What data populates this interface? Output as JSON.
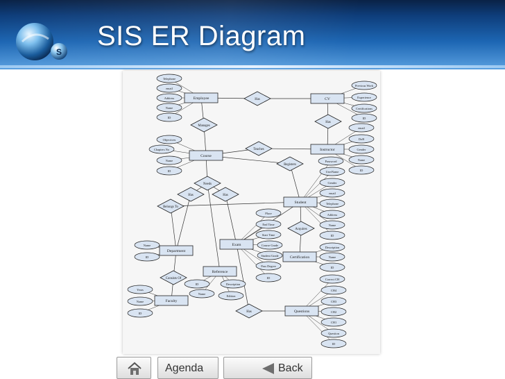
{
  "slide": {
    "title": "SIS ER Diagram"
  },
  "nav": {
    "agenda_label": "Agenda",
    "back_label": "Back"
  },
  "diagram": {
    "entities": [
      {
        "id": "employee",
        "label": "Employee"
      },
      {
        "id": "cv",
        "label": "CV"
      },
      {
        "id": "course",
        "label": "Course"
      },
      {
        "id": "instructor",
        "label": "Instructor"
      },
      {
        "id": "student",
        "label": "Student"
      },
      {
        "id": "department",
        "label": "Department"
      },
      {
        "id": "exam",
        "label": "Exam"
      },
      {
        "id": "certification",
        "label": "Certification"
      },
      {
        "id": "reference",
        "label": "Reference"
      },
      {
        "id": "faculty",
        "label": "Faculty"
      },
      {
        "id": "questions",
        "label": "Questions"
      }
    ],
    "relationships": [
      {
        "id": "has1",
        "label": "Has"
      },
      {
        "id": "manages",
        "label": "Manages"
      },
      {
        "id": "has2",
        "label": "Has"
      },
      {
        "id": "teaches",
        "label": "Teaches"
      },
      {
        "id": "registers",
        "label": "Registers"
      },
      {
        "id": "needs",
        "label": "Needs"
      },
      {
        "id": "has3",
        "label": "Has"
      },
      {
        "id": "has4",
        "label": "Has"
      },
      {
        "id": "belongs",
        "label": "Belongs To"
      },
      {
        "id": "acquires",
        "label": "Acquires"
      },
      {
        "id": "consists",
        "label": "Consists Of"
      },
      {
        "id": "has5",
        "label": "Has"
      }
    ],
    "attributes": [
      {
        "id": "a_emp_tel",
        "label": "Telephone"
      },
      {
        "id": "a_emp_email",
        "label": "email"
      },
      {
        "id": "a_emp_addr",
        "label": "Address"
      },
      {
        "id": "a_emp_name",
        "label": "Name"
      },
      {
        "id": "a_emp_id",
        "label": "ID"
      },
      {
        "id": "a_cv_prev",
        "label": "Previous Work"
      },
      {
        "id": "a_cv_exp",
        "label": "Experience"
      },
      {
        "id": "a_cv_cert",
        "label": "Certifications"
      },
      {
        "id": "a_cv_id",
        "label": "ID"
      },
      {
        "id": "a_ins_email",
        "label": "email"
      },
      {
        "id": "a_ins_dob",
        "label": "DoB"
      },
      {
        "id": "a_ins_gender",
        "label": "Gender"
      },
      {
        "id": "a_ins_name",
        "label": "Name"
      },
      {
        "id": "a_ins_id",
        "label": "ID"
      },
      {
        "id": "a_crs_obj",
        "label": "Objectives"
      },
      {
        "id": "a_crs_chap",
        "label": "Chapters No"
      },
      {
        "id": "a_crs_name",
        "label": "Name"
      },
      {
        "id": "a_crs_id",
        "label": "ID"
      },
      {
        "id": "a_stu_pass",
        "label": "Password"
      },
      {
        "id": "a_stu_user",
        "label": "UserName"
      },
      {
        "id": "a_stu_gender",
        "label": "Gender"
      },
      {
        "id": "a_stu_email",
        "label": "email"
      },
      {
        "id": "a_stu_tel",
        "label": "Telephone"
      },
      {
        "id": "a_stu_addr",
        "label": "Address"
      },
      {
        "id": "a_stu_name",
        "label": "Name"
      },
      {
        "id": "a_stu_id",
        "label": "ID"
      },
      {
        "id": "a_exam_place",
        "label": "Place"
      },
      {
        "id": "a_exam_end",
        "label": "End Time"
      },
      {
        "id": "a_exam_start",
        "label": "Start Time"
      },
      {
        "id": "a_exam_cg",
        "label": "Course Grade"
      },
      {
        "id": "a_exam_sg",
        "label": "Student Grade"
      },
      {
        "id": "a_exam_pass",
        "label": "Pass Degree"
      },
      {
        "id": "a_exam_id",
        "label": "ID"
      },
      {
        "id": "a_cert_desc",
        "label": "Description"
      },
      {
        "id": "a_cert_name",
        "label": "Name"
      },
      {
        "id": "a_cert_id",
        "label": "ID"
      },
      {
        "id": "a_dep_name",
        "label": "Name"
      },
      {
        "id": "a_dep_id",
        "label": "ID"
      },
      {
        "id": "a_ref_id",
        "label": "ID"
      },
      {
        "id": "a_ref_desc",
        "label": "Description"
      },
      {
        "id": "a_ref_name",
        "label": "Name"
      },
      {
        "id": "a_ref_ed",
        "label": "Edition"
      },
      {
        "id": "a_fac_years",
        "label": "Years"
      },
      {
        "id": "a_fac_name",
        "label": "Name"
      },
      {
        "id": "a_fac_id",
        "label": "ID"
      },
      {
        "id": "a_q_cc",
        "label": "Correct CH"
      },
      {
        "id": "a_q_ch4",
        "label": "CH4"
      },
      {
        "id": "a_q_ch3",
        "label": "CH3"
      },
      {
        "id": "a_q_ch2",
        "label": "CH2"
      },
      {
        "id": "a_q_ch1",
        "label": "CH1"
      },
      {
        "id": "a_q_q",
        "label": "Question"
      },
      {
        "id": "a_q_id",
        "label": "ID"
      }
    ]
  }
}
